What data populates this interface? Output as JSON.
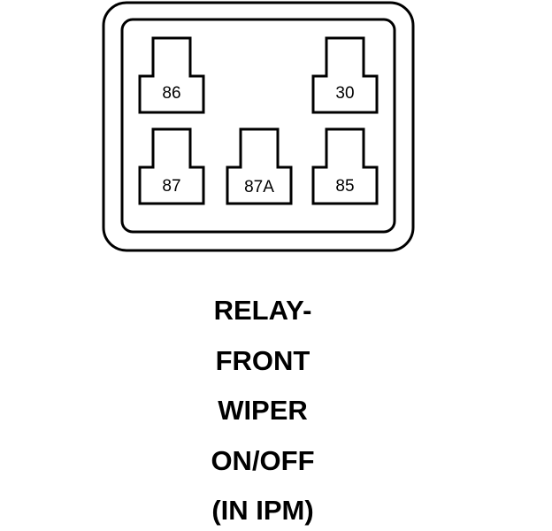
{
  "relay": {
    "pins": [
      {
        "label": "86"
      },
      {
        "label": "30"
      },
      {
        "label": "87"
      },
      {
        "label": "87A"
      },
      {
        "label": "85"
      }
    ]
  },
  "caption": {
    "lines": [
      "RELAY-",
      "FRONT",
      "WIPER",
      "ON/OFF",
      "(IN IPM)"
    ]
  }
}
